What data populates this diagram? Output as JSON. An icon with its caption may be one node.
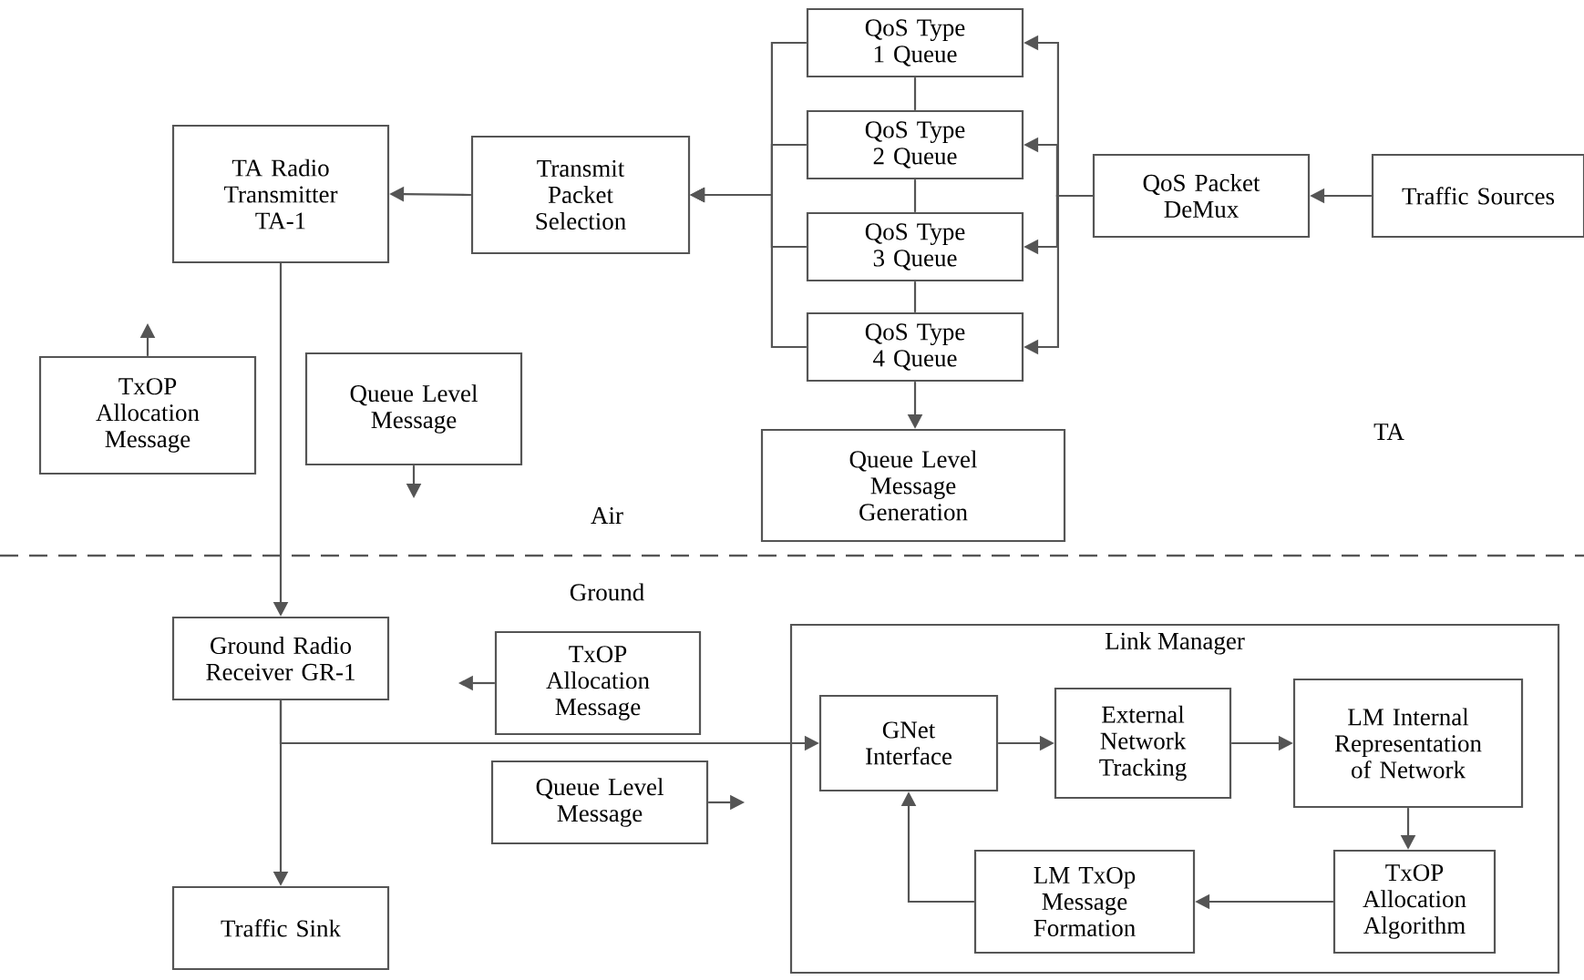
{
  "diagram": {
    "nodes": [
      {
        "text": [
          "Traffic Sources"
        ]
      },
      {
        "text": [
          "QoS Packet DeMux"
        ]
      },
      {
        "text": [
          "QoS Type 1 Queue"
        ]
      },
      {
        "text": [
          "QoS Type 2 Queue"
        ]
      },
      {
        "text": [
          "QoS Type 3 Queue"
        ]
      },
      {
        "text": [
          "QoS Type 4 Queue"
        ]
      },
      {
        "text": [
          "Queue Level Message Generation"
        ]
      },
      {
        "text": [
          "Transmit Packet Selection"
        ]
      },
      {
        "text": [
          "TA Radio Transmitter TA-1"
        ]
      },
      {
        "text": [
          "TxOP Allocation Message"
        ]
      },
      {
        "text": [
          "Queue Level Message"
        ]
      },
      {
        "text": [
          "Ground Radio Receiver GR-1"
        ]
      },
      {
        "text": [
          "TxOP Allocation Message"
        ]
      },
      {
        "text": [
          "Queue Level Message"
        ]
      },
      {
        "text": [
          "Traffic Sink"
        ]
      },
      {
        "text": [
          "Link Manager"
        ]
      },
      {
        "text": [
          "GNet Interface"
        ],
        "in": 15
      },
      {
        "text": [
          "External Network Tracking"
        ],
        "in": 15
      },
      {
        "text": [
          "LM Internal Representation of Network"
        ],
        "in": 15
      },
      {
        "text": [
          "TxOP Allocation Algorithm"
        ],
        "in": 15
      },
      {
        "text": [
          "LM TxOp Message Formation"
        ],
        "in": 15
      }
    ],
    "edges": [
      {
        "from": 0,
        "to": 1,
        "arrow": "to"
      },
      {
        "from": 1,
        "to": 2,
        "arrow": "to"
      },
      {
        "from": 1,
        "to": 3,
        "arrow": "to"
      },
      {
        "from": 1,
        "to": 4,
        "arrow": "to"
      },
      {
        "from": 1,
        "to": 5,
        "arrow": "to"
      },
      {
        "from": 2,
        "to": 3,
        "arrow": "none"
      },
      {
        "from": 3,
        "to": 4,
        "arrow": "none"
      },
      {
        "from": 4,
        "to": 5,
        "arrow": "none"
      },
      {
        "from": 2,
        "to": 7,
        "arrow": "to"
      },
      {
        "from": 3,
        "to": 7,
        "arrow": "to"
      },
      {
        "from": 4,
        "to": 7,
        "arrow": "to"
      },
      {
        "from": 5,
        "to": 7,
        "arrow": "to"
      },
      {
        "from": 5,
        "to": 6,
        "arrow": "to"
      },
      {
        "from": 7,
        "to": 8,
        "arrow": "to"
      },
      {
        "from": 9,
        "to": null,
        "arrow": "to"
      },
      {
        "from": 10,
        "to": null,
        "arrow": "to"
      },
      {
        "from": 8,
        "to": 11,
        "arrow": "to"
      },
      {
        "from": 12,
        "to": null,
        "arrow": "to"
      },
      {
        "from": 13,
        "to": null,
        "arrow": "to"
      },
      {
        "from": 11,
        "to": 14,
        "arrow": "to"
      },
      {
        "from": 11,
        "to": 16,
        "arrow": "to"
      },
      {
        "from": 16,
        "to": 17,
        "arrow": "to"
      },
      {
        "from": 17,
        "to": 18,
        "arrow": "to"
      },
      {
        "from": 18,
        "to": 19,
        "arrow": "to"
      },
      {
        "from": 19,
        "to": 20,
        "arrow": "to"
      },
      {
        "from": 20,
        "to": 16,
        "arrow": "to"
      }
    ],
    "labels": [
      "TA",
      "Air",
      "Ground"
    ]
  }
}
